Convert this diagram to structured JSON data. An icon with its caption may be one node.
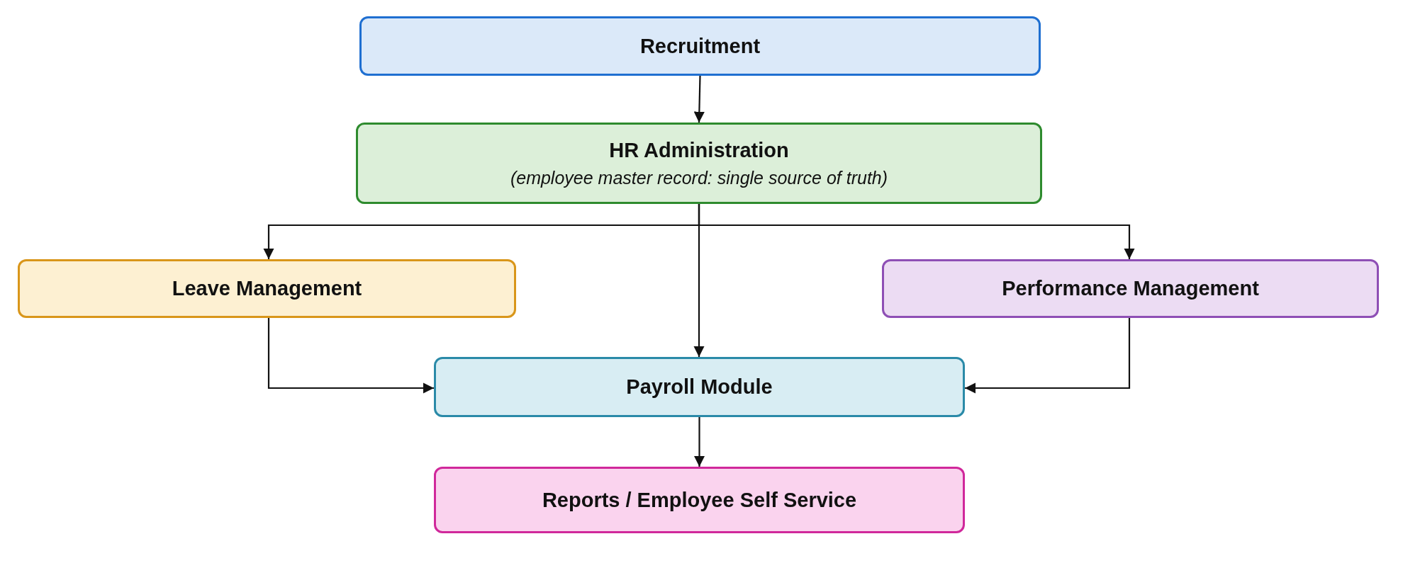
{
  "diagram": {
    "nodes": [
      {
        "text": [
          "Recruitment"
        ]
      },
      {
        "text": [
          "HR Administration",
          "(employee master record: single source of truth)"
        ]
      },
      {
        "text": [
          "Leave Management"
        ]
      },
      {
        "text": [
          "Performance Management"
        ]
      },
      {
        "text": [
          "Payroll Module"
        ]
      },
      {
        "text": [
          "Reports / Employee Self Service"
        ]
      }
    ],
    "edges": [
      {
        "from": 0,
        "to": 1,
        "arrow": "to"
      },
      {
        "from": 1,
        "to": 2,
        "arrow": "to"
      },
      {
        "from": 1,
        "to": 4,
        "arrow": "to"
      },
      {
        "from": 1,
        "to": 3,
        "arrow": "to"
      },
      {
        "from": 2,
        "to": 4,
        "arrow": "to"
      },
      {
        "from": 3,
        "to": 4,
        "arrow": "to"
      },
      {
        "from": 4,
        "to": 5,
        "arrow": "to"
      }
    ]
  }
}
